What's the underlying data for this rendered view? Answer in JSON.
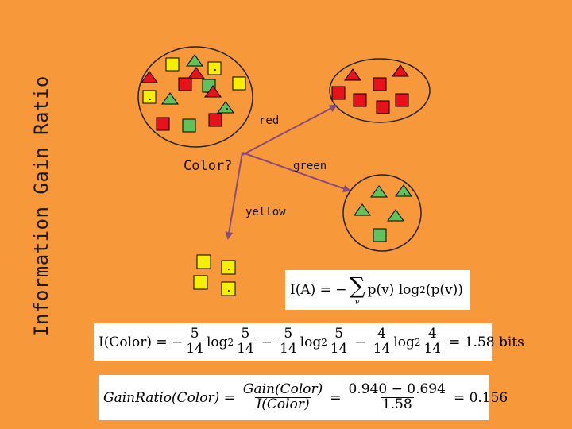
{
  "title": "Information Gain Ratio",
  "colors": {
    "background": "#F7993B",
    "red": "#E8121C",
    "green": "#5DC35A",
    "yellow": "#F6F000",
    "outline": "#000000",
    "arrow": "#8A4A7A"
  },
  "diagram": {
    "question": "Color?",
    "branches": [
      {
        "label": "red",
        "items": [
          "red-triangle",
          "red-square",
          "red-square",
          "red-square",
          "red-square",
          "red-triangle",
          "red-square"
        ]
      },
      {
        "label": "green",
        "items": [
          "green-triangle",
          "green-triangle",
          "green-triangle",
          "green-triangle",
          "green-square"
        ]
      },
      {
        "label": "yellow",
        "items": [
          "yellow-square",
          "yellow-square",
          "yellow-square",
          "yellow-square"
        ]
      }
    ],
    "dot_mark": "."
  },
  "formulas": {
    "entropy": {
      "lhs": "I(A) = −",
      "sum_index": "v",
      "body": "p(v) log",
      "base": "2",
      "arg": "(p(v))"
    },
    "info_color": {
      "lhs": "I(Color) = −",
      "terms": [
        {
          "num": "5",
          "den": "14"
        },
        {
          "num": "5",
          "den": "14"
        },
        {
          "num": "4",
          "den": "14"
        }
      ],
      "log": "log",
      "base": "2",
      "result": "= 1.58 bits"
    },
    "gain_ratio": {
      "lhs": "GainRatio(Color) =",
      "frac1_num": "Gain(Color)",
      "frac1_den": "I(Color)",
      "eq": "=",
      "frac2_num": "0.940 − 0.694",
      "frac2_den": "1.58",
      "result": "= 0.156"
    }
  }
}
